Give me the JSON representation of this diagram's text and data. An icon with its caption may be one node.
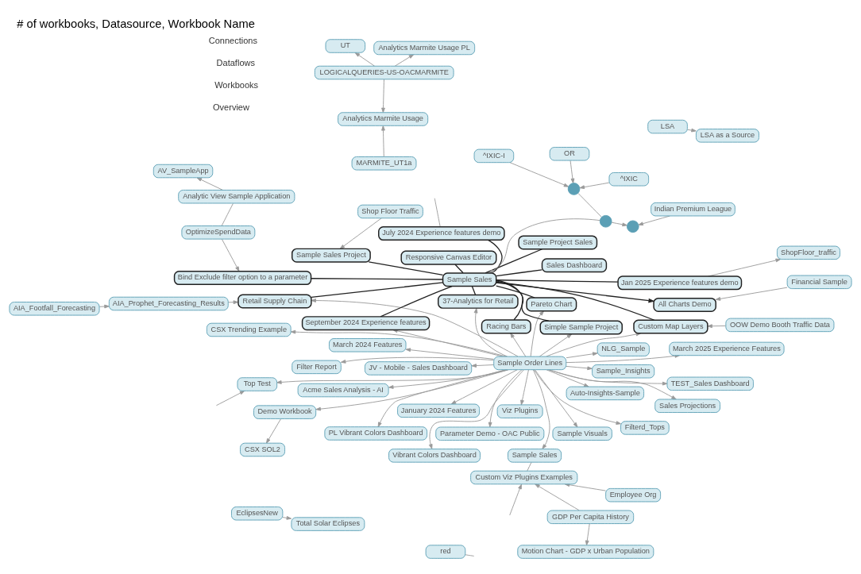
{
  "diagram": {
    "title": "# of workbooks, Datasource, Workbook Name",
    "nodes": [
      {
        "text": [
          "Sample Order Lines"
        ]
      },
      {
        "text": [
          "Demo Workbook"
        ]
      },
      {
        "text": [
          "Parameter Demo - OAC Public"
        ]
      },
      {
        "text": [
          "CSX Trending Example"
        ]
      },
      {
        "text": [
          "Filterd_Tops"
        ]
      },
      {
        "text": [
          "PL Vibrant Colors Dashboard"
        ]
      },
      {
        "text": [
          "Vibrant Colors Dashboard"
        ]
      },
      {
        "text": [
          "Sample Sales"
        ]
      },
      {
        "text": [
          "Custom Viz Plugins Examples"
        ]
      },
      {
        "text": [
          "LSA"
        ]
      },
      {
        "text": [
          "Employee Org"
        ]
      },
      {
        "text": [
          "LSA as a Source"
        ]
      },
      {
        "text": [
          "GDP Per Capita History"
        ]
      },
      {
        "text": [
          "CSX SOL2"
        ]
      },
      {
        "text": [
          "Sales Projections"
        ]
      },
      {
        "text": [
          "TEST_Sales Dashboard"
        ]
      },
      {
        "text": [
          "JV - Mobile - Sales Dashboard"
        ]
      },
      {
        "text": [
          "Racing Bars"
        ]
      },
      {
        "text": [
          "Simple Sample Project"
        ]
      },
      {
        "text": [
          "Filter Report"
        ]
      },
      {
        "text": [
          "Acme Sales Analysis - AI"
        ]
      },
      {
        "text": [
          "September 2024 Experience features"
        ]
      },
      {
        "text": [
          "Retail Supply Chain"
        ]
      },
      {
        "text": [
          "AIA_Footfall_Forecasting"
        ]
      },
      {
        "text": [
          "AIA_Prophet_Forecasting_Results"
        ]
      },
      {
        "text": [
          "NLG_Sample"
        ]
      },
      {
        "text": [
          "March 2024 Features"
        ]
      },
      {
        "text": [
          "Sample Visuals"
        ]
      },
      {
        "text": [
          "Pareto Chart"
        ]
      },
      {
        "text": [
          "Sample Sales Project"
        ]
      },
      {
        "text": [
          "Shop Floor Traffic"
        ]
      },
      {
        "text": [
          "Sales Dashboard"
        ]
      },
      {
        "text": [
          "Jan 2025 Experience features demo"
        ]
      },
      {
        "text": [
          "Auto-Insights-Sample"
        ]
      },
      {
        "text": [
          "37-Analytics for Retail"
        ]
      },
      {
        "text": [
          "Bind Exclude filter option to a parameter"
        ]
      },
      {
        "text": [
          "Sample_Insights"
        ]
      },
      {
        "text": [
          "Viz Plugins"
        ]
      },
      {
        "text": [
          "Sample Sales"
        ]
      },
      {
        "text": [
          "Sample Project Sales"
        ]
      },
      {
        "text": [
          "OptimizeSpendData"
        ]
      },
      {
        "text": [
          "Analytic View Sample Application"
        ]
      },
      {
        "text": [
          "Responsive Canvas Editor"
        ]
      },
      {
        "text": [
          "July 2024 Experience features demo"
        ]
      },
      {
        "text": [
          "January 2024 Features"
        ]
      },
      {
        "text": [
          "March 2025 Experience Features"
        ]
      },
      {
        "text": [
          "All Charts Demo"
        ]
      },
      {
        "text": [
          "Top Test"
        ]
      },
      {
        "text": [
          "Financial Sample"
        ]
      },
      {
        "text": [
          "Custom Map Layers"
        ]
      },
      {
        "text": [
          "OOW Demo Booth Traffic Data"
        ]
      },
      {
        "text": [
          "Analytics Marmite Usage"
        ]
      },
      {
        "text": [
          "MARMITE_UT1a"
        ]
      },
      {
        "text": [
          "LOGICALQUERIES-US-OACMARMITE"
        ]
      },
      {
        "text": [
          "AV_SampleApp"
        ]
      },
      {
        "text": [
          "UT"
        ]
      },
      {
        "text": [
          "Analytics Marmite Usage PL"
        ]
      },
      {
        "text": [
          "Motion Chart - GDP x Urban Population"
        ]
      },
      {
        "text": [
          "ShopFloor_traffic"
        ]
      },
      {
        "text": [
          "Indian Premium League"
        ]
      },
      {
        "text": [
          "EclipsesNew"
        ]
      },
      {
        "text": [
          "Total Solar Eclipses"
        ]
      },
      {
        "text": [
          "OR"
        ]
      },
      {
        "text": [
          "^IXIC"
        ]
      },
      {
        "text": [],
        "shape": "circle"
      },
      {
        "text": [
          "^IXIC-I"
        ]
      },
      {
        "text": [],
        "shape": "circle"
      },
      {
        "text": [],
        "shape": "circle"
      },
      {
        "text": [
          "red"
        ]
      }
    ],
    "edges": [
      {
        "from": 0,
        "to": 1,
        "arrow": "to"
      },
      {
        "from": 0,
        "to": 2,
        "arrow": "to"
      },
      {
        "from": 0,
        "to": 3,
        "arrow": "to"
      },
      {
        "from": 0,
        "to": 4,
        "arrow": "to"
      },
      {
        "from": 0,
        "to": 5,
        "arrow": "to"
      },
      {
        "from": 0,
        "to": 6,
        "arrow": "to"
      },
      {
        "from": 0,
        "to": 7,
        "arrow": "to"
      },
      {
        "from": 0,
        "to": 14,
        "arrow": "to"
      },
      {
        "from": 0,
        "to": 15,
        "arrow": "to"
      },
      {
        "from": 0,
        "to": 16,
        "arrow": "to"
      },
      {
        "from": 0,
        "to": 17,
        "arrow": "to"
      },
      {
        "from": 0,
        "to": 18,
        "arrow": "to"
      },
      {
        "from": 0,
        "to": 19,
        "arrow": "to"
      },
      {
        "from": 0,
        "to": 20,
        "arrow": "to"
      },
      {
        "from": 0,
        "to": 21,
        "arrow": "to"
      },
      {
        "from": 0,
        "to": 22,
        "arrow": "to"
      },
      {
        "from": 0,
        "to": 25,
        "arrow": "to"
      },
      {
        "from": 0,
        "to": 26,
        "arrow": "to"
      },
      {
        "from": 0,
        "to": 27,
        "arrow": "to"
      },
      {
        "from": 0,
        "to": 28,
        "arrow": "to"
      },
      {
        "from": 0,
        "to": 33,
        "arrow": "to"
      },
      {
        "from": 0,
        "to": 34,
        "arrow": "to"
      },
      {
        "from": 0,
        "to": 36,
        "arrow": "to"
      },
      {
        "from": 0,
        "to": 37,
        "arrow": "to"
      },
      {
        "from": 0,
        "to": 44,
        "arrow": "to"
      },
      {
        "from": 0,
        "to": 45,
        "arrow": "to"
      },
      {
        "from": 0,
        "to": 47,
        "arrow": "to"
      },
      {
        "from": 0,
        "to": 49,
        "arrow": "to"
      },
      {
        "from": 1,
        "to": 13,
        "arrow": "to"
      },
      {
        "from": null,
        "to": 8,
        "arrow": "to"
      },
      {
        "from": 8,
        "to": 7,
        "arrow": "none"
      },
      {
        "from": 10,
        "to": 8,
        "arrow": "to"
      },
      {
        "from": 9,
        "to": 11,
        "arrow": "to"
      },
      {
        "from": 12,
        "to": 8,
        "arrow": "to"
      },
      {
        "from": 12,
        "to": 57,
        "arrow": "to"
      },
      {
        "from": 23,
        "to": 24,
        "arrow": "to"
      },
      {
        "from": 24,
        "to": 22,
        "arrow": "to"
      },
      {
        "from": 30,
        "to": 29,
        "arrow": "to"
      },
      {
        "from": 52,
        "to": 51,
        "arrow": "to"
      },
      {
        "from": 53,
        "to": 51,
        "arrow": "to"
      },
      {
        "from": 53,
        "to": 55,
        "arrow": "to"
      },
      {
        "from": 53,
        "to": 56,
        "arrow": "to"
      },
      {
        "from": 41,
        "to": 54,
        "arrow": "to"
      },
      {
        "from": 41,
        "to": 40,
        "arrow": "none"
      },
      {
        "from": 40,
        "to": 35,
        "arrow": "to"
      },
      {
        "from": 32,
        "to": 58,
        "arrow": "to"
      },
      {
        "from": 67,
        "to": 38,
        "arrow": "to"
      },
      {
        "from": 48,
        "to": 46,
        "arrow": "to"
      },
      {
        "from": 50,
        "to": 49,
        "arrow": "to"
      },
      {
        "from": 59,
        "to": 66,
        "arrow": "to"
      },
      {
        "from": 67,
        "to": 66,
        "arrow": "to"
      },
      {
        "from": 60,
        "to": 61,
        "arrow": "to"
      },
      {
        "from": 62,
        "to": 64,
        "arrow": "to"
      },
      {
        "from": 63,
        "to": 64,
        "arrow": "to"
      },
      {
        "from": 65,
        "to": 64,
        "arrow": "to"
      },
      {
        "from": 64,
        "to": 67,
        "arrow": "none"
      },
      {
        "from": null,
        "to": 47,
        "arrow": "to"
      },
      {
        "from": 43,
        "to": null,
        "arrow": "none"
      },
      {
        "from": 68,
        "to": null,
        "arrow": "none"
      },
      {
        "from": 38,
        "to": 17,
        "arrow": "none",
        "color": "#222222"
      },
      {
        "from": 38,
        "to": 18,
        "arrow": "none",
        "color": "#222222"
      },
      {
        "from": 38,
        "to": 21,
        "arrow": "none",
        "color": "#222222"
      },
      {
        "from": 38,
        "to": 22,
        "arrow": "none",
        "color": "#222222"
      },
      {
        "from": 38,
        "to": 29,
        "arrow": "none",
        "color": "#222222"
      },
      {
        "from": 38,
        "to": 28,
        "arrow": "none",
        "color": "#222222"
      },
      {
        "from": 38,
        "to": 31,
        "arrow": "none",
        "color": "#222222"
      },
      {
        "from": 38,
        "to": 35,
        "arrow": "none",
        "color": "#222222"
      },
      {
        "from": 38,
        "to": 34,
        "arrow": "none",
        "color": "#222222"
      },
      {
        "from": 38,
        "to": 39,
        "arrow": "none",
        "color": "#222222"
      },
      {
        "from": 38,
        "to": 42,
        "arrow": "none",
        "color": "#222222"
      },
      {
        "from": 38,
        "to": 43,
        "arrow": "none",
        "color": "#222222"
      },
      {
        "from": 38,
        "to": 49,
        "arrow": "none",
        "color": "#222222"
      },
      {
        "from": 38,
        "to": 46,
        "arrow": "to",
        "color": "#222222"
      },
      {
        "from": 38,
        "to": 32,
        "arrow": "none",
        "color": "#222222"
      }
    ],
    "labels": [
      "Overview",
      "Workbooks",
      "Dataflows",
      "Connections"
    ]
  }
}
